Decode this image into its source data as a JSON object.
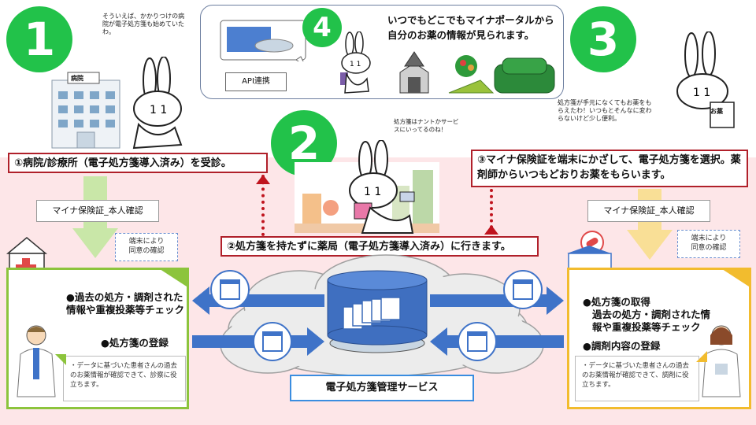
{
  "step_numbers": {
    "one": "1",
    "two": "2",
    "three": "3",
    "four": "4"
  },
  "speech": {
    "clinic": "そういえば、かかりつけの病院が電子処方箋も始めていたわ。",
    "pharmacy_route": "処方箋はナントかサービスにいってるのね！",
    "pharmacy": "処方箋が手元になくてもお薬をもらえたわ！いつもとそんなに変わらないけど少し便利。"
  },
  "portal": {
    "text": "いつでもどこでもマイナポータルから自分のお薬の情報が見られます。",
    "api_label": "API連携"
  },
  "hospital_sign": "病院",
  "medicine_sign": "お薬",
  "steps": {
    "step1": "①病院/診療所（電子処方箋導入済み）を受診。",
    "step2": "②処方箋を持たずに薬局（電子処方箋導入済み）に行きます。",
    "step3": "③マイナ保険証を端末にかざして、電子処方箋を選択。薬剤師からいつもどおりお薬をもらいます。"
  },
  "confirm": {
    "left": "マイナ保険証_本人確認",
    "right": "マイナ保険証_本人確認",
    "left_consent": "端末により\n同意の確認",
    "right_consent": "端末により\n同意の確認"
  },
  "clinic_panel": {
    "item1": "●過去の処方・調剤された情報や重複投薬等チェック",
    "item2": "●処方箋の登録",
    "note": "・データに基づいた患者さんの過去のお薬情報が確認できて、診察に役立ちます。"
  },
  "pharmacy_panel": {
    "item1": "●処方箋の取得",
    "item1b": "過去の処方・調剤された情報や重複投薬等チェック",
    "item2": "●調剤内容の登録",
    "note": "・データに基づいた患者さんの過去のお薬情報が確認できて、調剤に役立ちます。"
  },
  "service_label": "電子処方箋管理サービス",
  "colors": {
    "green": "#22c24a",
    "pink_band": "#fde6e8",
    "red": "#b0202a",
    "blue_arrow": "#3f73c8",
    "clinic_border": "#8cc43c",
    "pharmacy_border": "#f2bc2e",
    "service_border": "#3a8de0"
  }
}
